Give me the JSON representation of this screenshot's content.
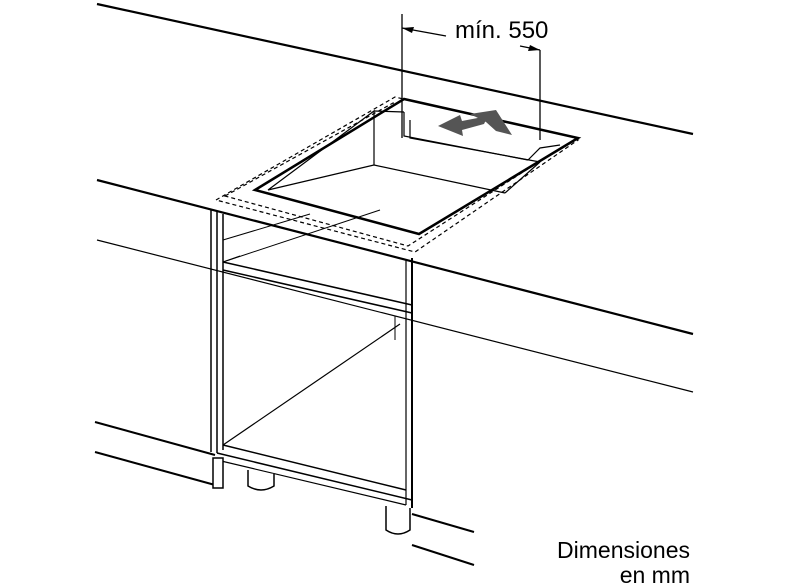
{
  "diagram": {
    "dimension_label": "mín. 550",
    "caption_line1": "Dimensiones",
    "caption_line2": "en mm"
  },
  "colors": {
    "line": "#000000",
    "arrow": "#555555",
    "background": "#ffffff"
  }
}
